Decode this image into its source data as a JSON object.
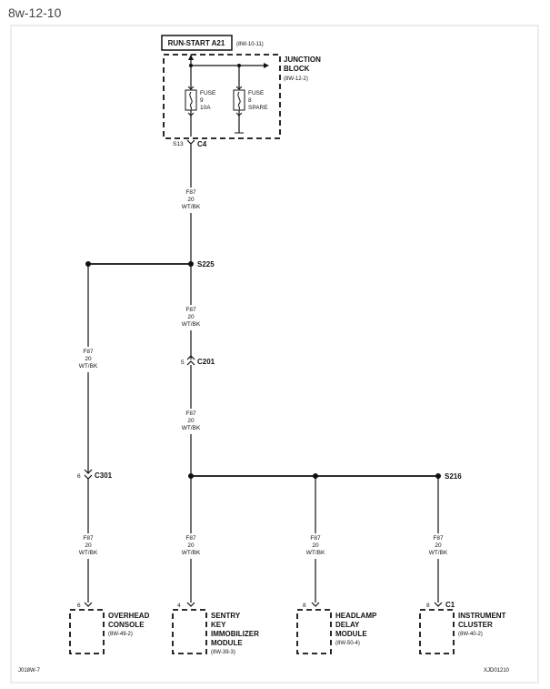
{
  "page_title": "8w-12-10",
  "run_start": {
    "label": "RUN-START A21",
    "ref": "(8W-10-11)"
  },
  "junction_block": {
    "line1": "JUNCTION",
    "line2": "BLOCK",
    "ref": "(8W-12-2)"
  },
  "fuse9": {
    "l1": "FUSE",
    "l2": "9",
    "l3": "10A"
  },
  "fuse8": {
    "l1": "FUSE",
    "l2": "8",
    "l3": "SPARE"
  },
  "c4": {
    "pin": "S13",
    "name": "C4"
  },
  "wire": {
    "circuit": "F87",
    "gauge": "20",
    "color": "WT/BK"
  },
  "splices": {
    "s225": "S225",
    "s216": "S216"
  },
  "c201": {
    "pin": "5",
    "name": "C201"
  },
  "c301": {
    "pin": "6",
    "name": "C301"
  },
  "modules": [
    {
      "pin": "6",
      "conn": "",
      "l1": "OVERHEAD",
      "l2": "CONSOLE",
      "l3": "",
      "ref": "(8W-49-2)"
    },
    {
      "pin": "4",
      "conn": "",
      "l1": "SENTRY",
      "l2": "KEY",
      "l3": "IMMOBILIZER",
      "l4": "MODULE",
      "ref": "(8W-39-3)"
    },
    {
      "pin": "8",
      "conn": "",
      "l1": "HEADLAMP",
      "l2": "DELAY",
      "l3": "MODULE",
      "ref": "(8W-50-4)"
    },
    {
      "pin": "8",
      "conn": "C1",
      "l1": "INSTRUMENT",
      "l2": "CLUSTER",
      "l3": "",
      "ref": "(8W-40-2)"
    }
  ],
  "footer": {
    "left": "J018W-7",
    "right": "XJD01210"
  }
}
